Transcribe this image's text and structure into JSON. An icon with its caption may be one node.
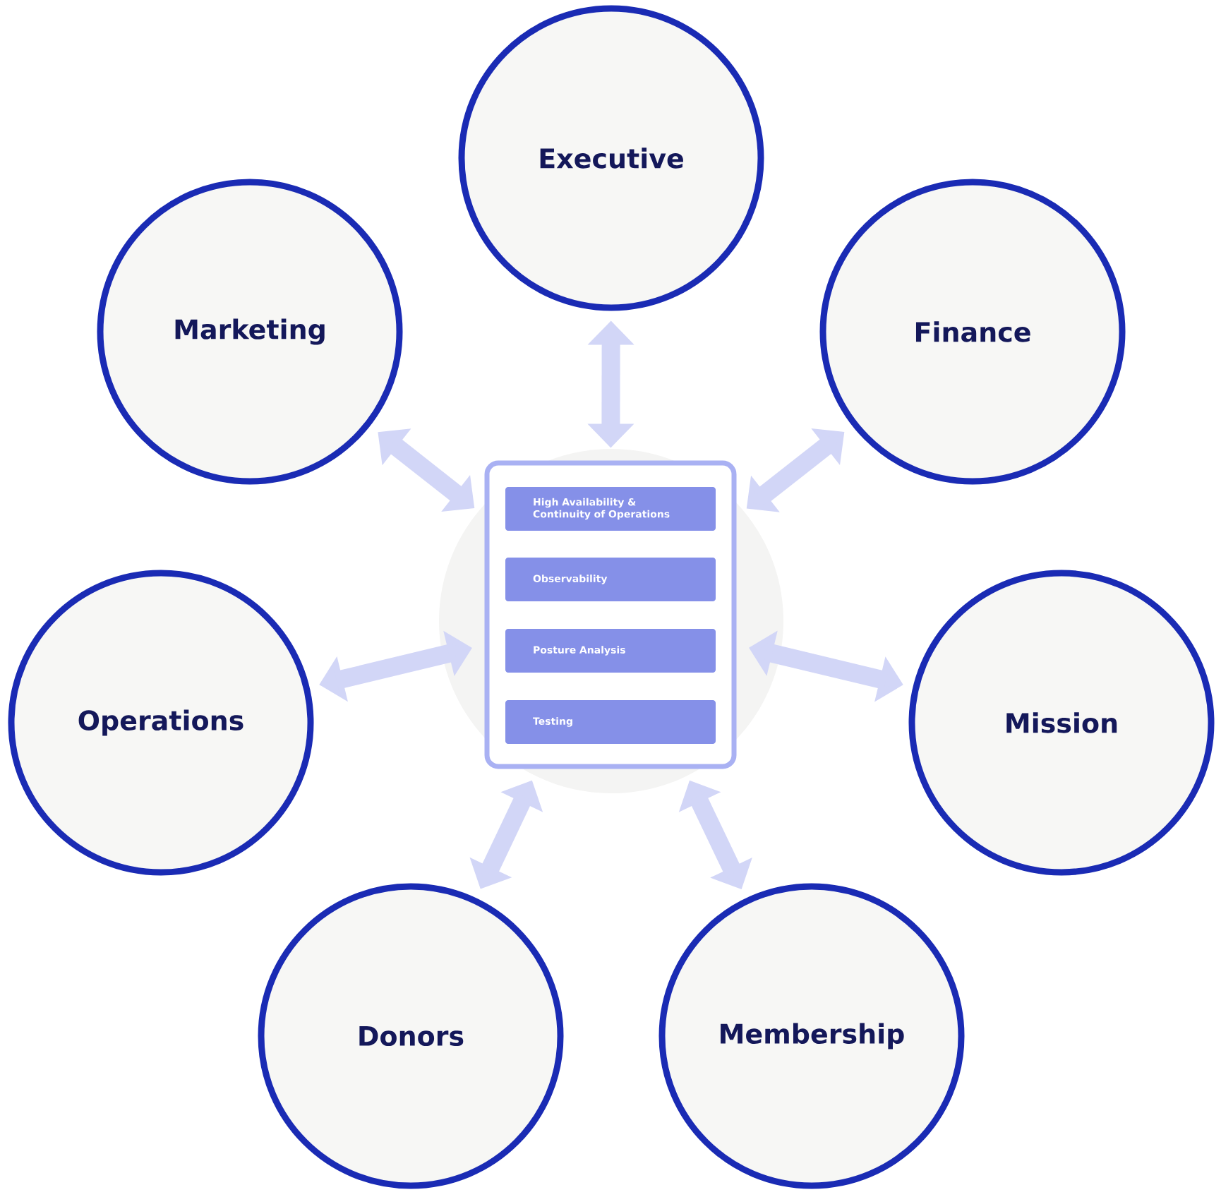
{
  "diagram": {
    "nodes": [
      {
        "text": [],
        "shape": "box"
      },
      {
        "text": [
          "High Availability & Continuity of Operations"
        ],
        "in": 0
      },
      {
        "text": [
          "Observability"
        ],
        "in": 0
      },
      {
        "text": [
          "Posture Analysis"
        ],
        "in": 0
      },
      {
        "text": [
          "Testing"
        ],
        "in": 0
      },
      {
        "text": [
          "Executive"
        ]
      },
      {
        "text": [
          "Marketing"
        ]
      },
      {
        "text": [
          "Finance"
        ]
      },
      {
        "text": [
          "Operations"
        ]
      },
      {
        "text": [
          "Mission"
        ]
      },
      {
        "text": [
          "Donors"
        ]
      },
      {
        "text": [
          "Membership"
        ]
      }
    ],
    "edges": [
      {
        "from": 0,
        "to": 5,
        "arrow": "both"
      },
      {
        "from": 0,
        "to": 6,
        "arrow": "both"
      },
      {
        "from": 0,
        "to": 7,
        "arrow": "both"
      },
      {
        "from": 0,
        "to": 8,
        "arrow": "both"
      },
      {
        "from": 0,
        "to": 9,
        "arrow": "both"
      },
      {
        "from": 0,
        "to": 10,
        "arrow": "both"
      },
      {
        "from": 0,
        "to": 11,
        "arrow": "both"
      }
    ]
  }
}
